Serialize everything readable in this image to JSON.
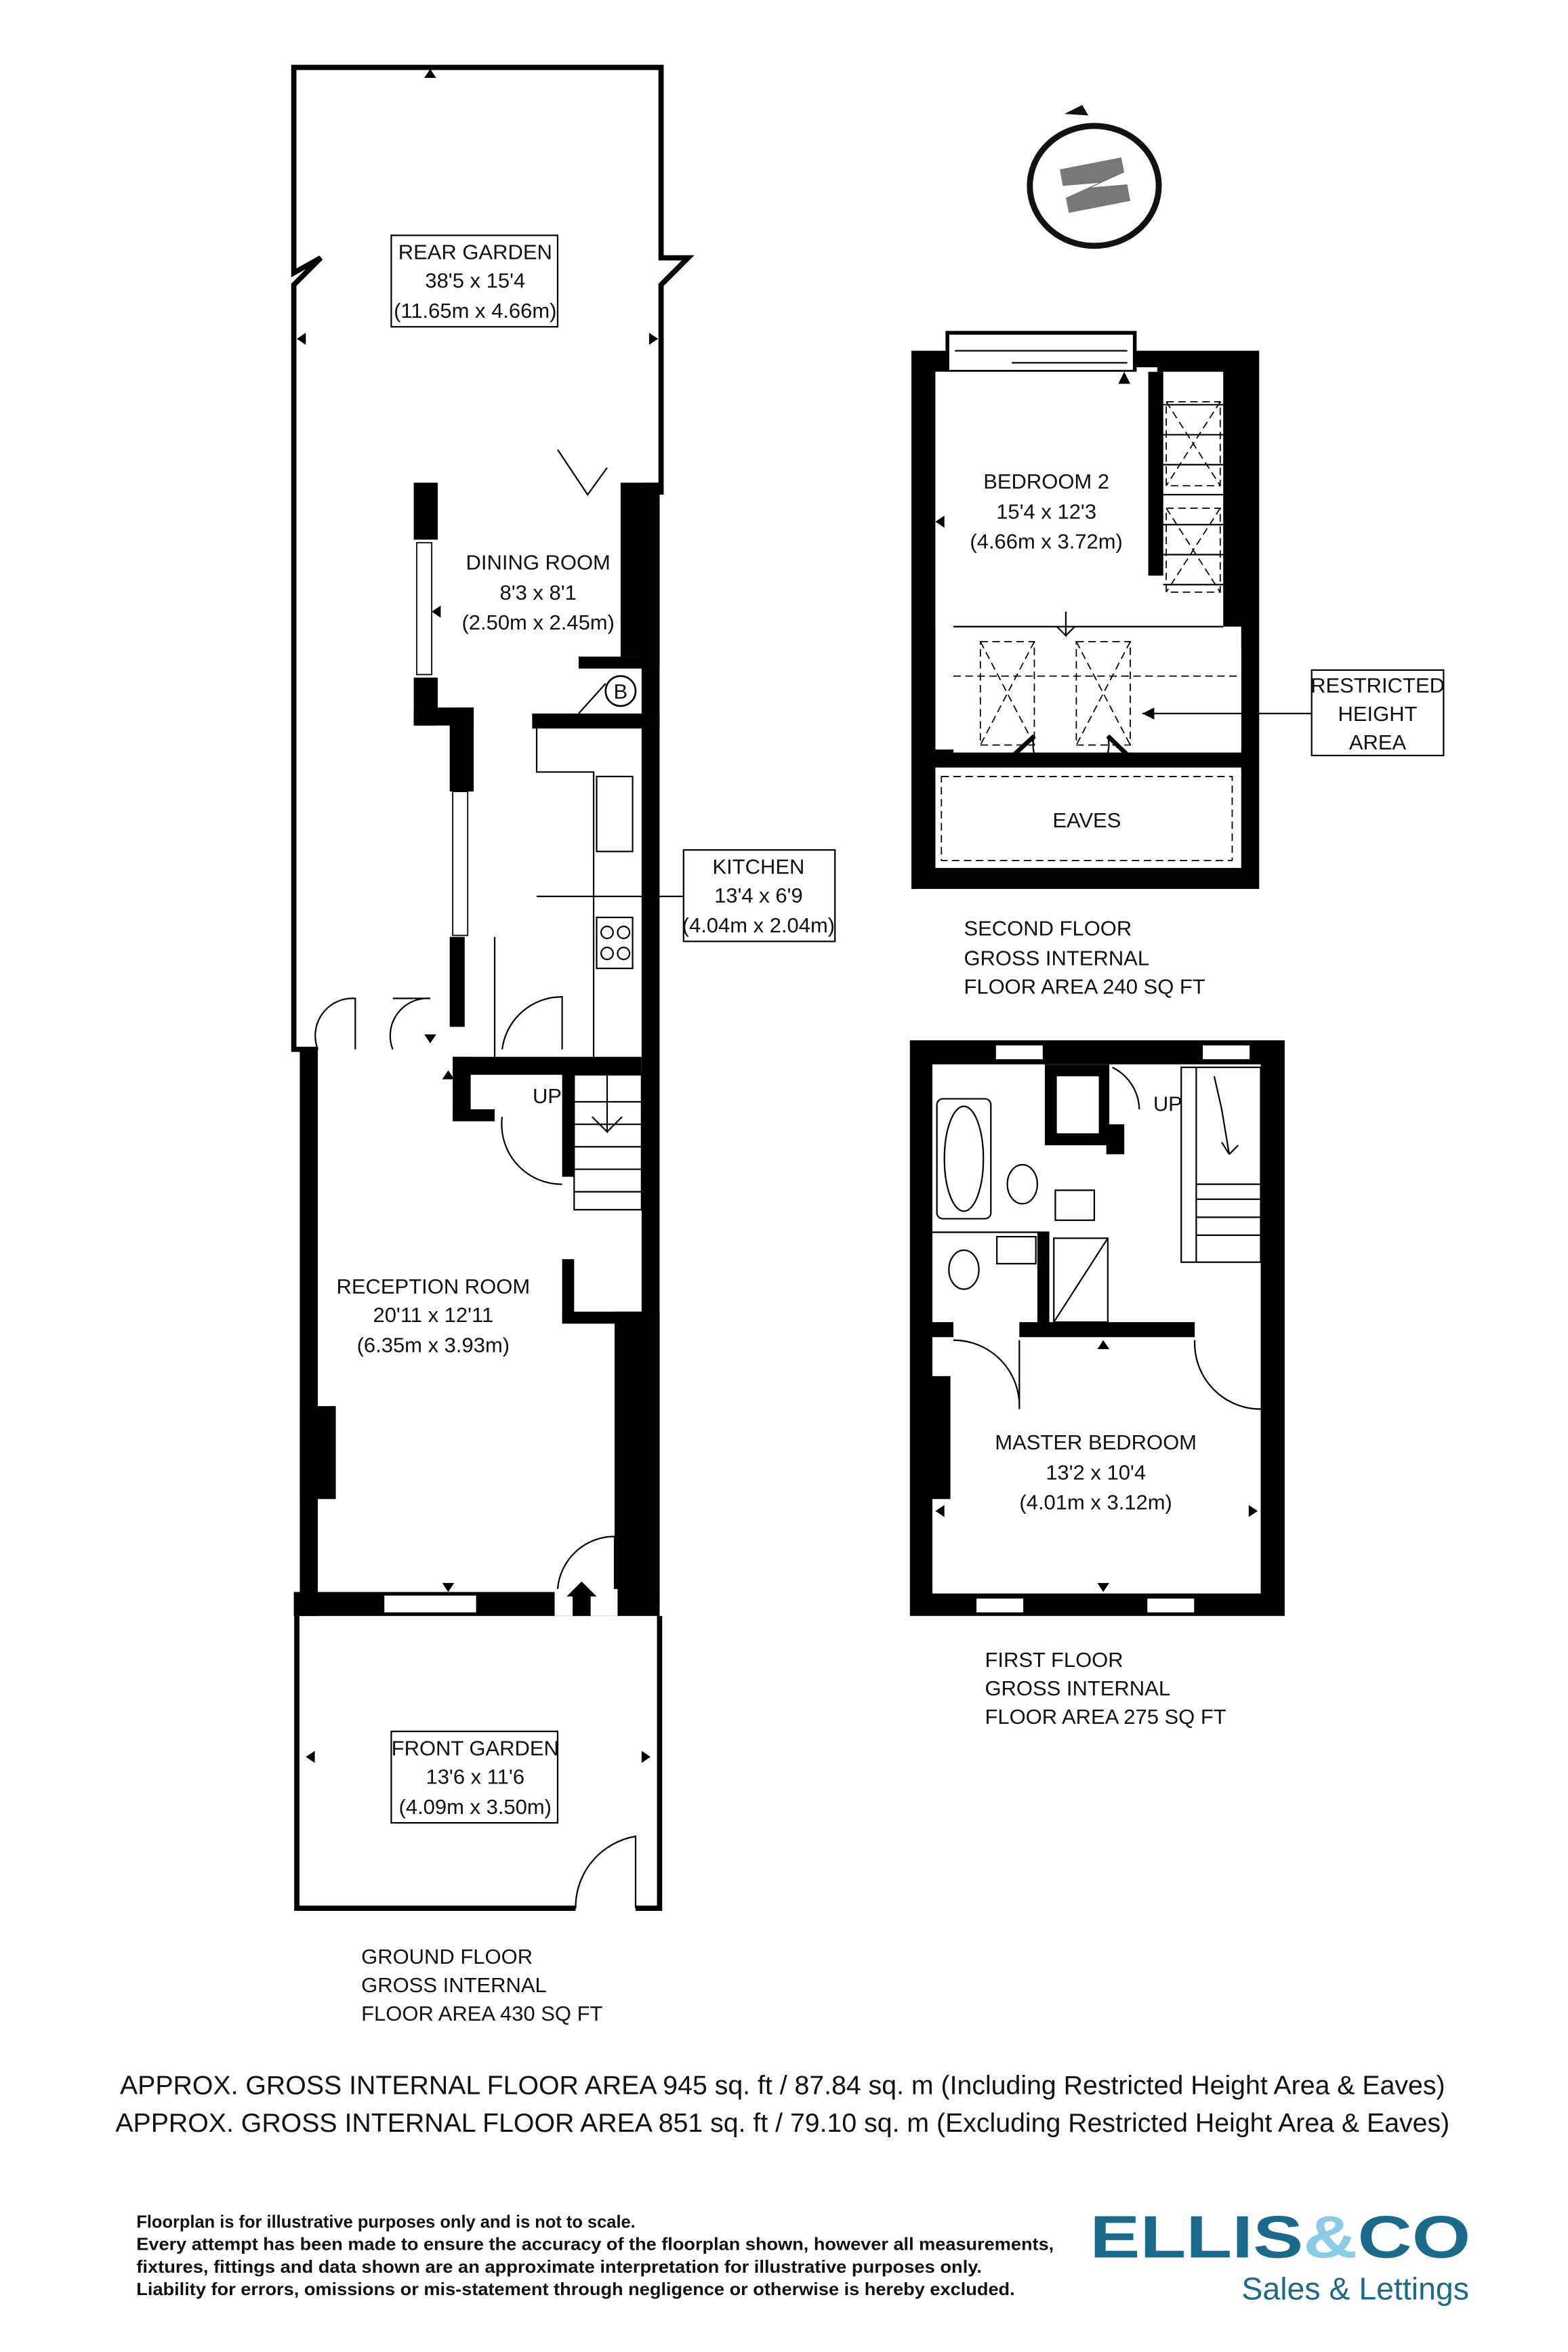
{
  "compass": {
    "letter": "N"
  },
  "ground_floor": {
    "rooms": [
      {
        "name": "REAR GARDEN",
        "size_imperial": "38'5 x 15'4",
        "size_metric": "(11.65m x 4.66m)"
      },
      {
        "name": "DINING ROOM",
        "size_imperial": "8'3 x 8'1",
        "size_metric": "(2.50m x 2.45m)"
      },
      {
        "name": "KITCHEN",
        "size_imperial": "13'4 x 6'9",
        "size_metric": "(4.04m x 2.04m)"
      },
      {
        "name": "RECEPTION ROOM",
        "size_imperial": "20'11 x 12'11",
        "size_metric": "(6.35m x 3.93m)"
      },
      {
        "name": "FRONT GARDEN",
        "size_imperial": "13'6 x 11'6",
        "size_metric": "(4.09m x 3.50m)"
      }
    ],
    "boiler_label": "B",
    "stair_label": "UP",
    "caption": [
      "GROUND FLOOR",
      "GROSS INTERNAL",
      "FLOOR AREA 430 SQ FT"
    ]
  },
  "second_floor": {
    "rooms": [
      {
        "name": "BEDROOM 2",
        "size_imperial": "15'4 x 12'3",
        "size_metric": "(4.66m x 3.72m)"
      },
      {
        "name": "EAVES"
      }
    ],
    "restricted_label": [
      "RESTRICTED",
      "HEIGHT",
      "AREA"
    ],
    "caption": [
      "SECOND FLOOR",
      "GROSS INTERNAL",
      "FLOOR AREA 240 SQ FT"
    ]
  },
  "first_floor": {
    "rooms": [
      {
        "name": "MASTER BEDROOM",
        "size_imperial": "13'2 x 10'4",
        "size_metric": "(4.01m x 3.12m)"
      }
    ],
    "stair_label": "UP",
    "caption": [
      "FIRST FLOOR",
      "GROSS INTERNAL",
      "FLOOR AREA 275 SQ FT"
    ]
  },
  "totals": [
    "APPROX. GROSS INTERNAL FLOOR AREA 945 sq. ft / 87.84 sq. m (Including Restricted Height Area & Eaves)",
    "APPROX. GROSS INTERNAL FLOOR AREA 851 sq. ft / 79.10 sq. m (Excluding Restricted Height Area & Eaves)"
  ],
  "disclaimer": [
    "Floorplan is for illustrative purposes only and is not to scale.",
    "Every attempt has been made to ensure the accuracy of the floorplan shown, however all measurements,",
    "fixtures, fittings and data shown are an approximate interpretation for illustrative purposes only.",
    "Liability for errors, omissions or mis-statement through negligence or otherwise is hereby excluded."
  ],
  "logo": {
    "brand_a": "ELLIS",
    "amp": "&",
    "brand_b": "CO",
    "tagline": "Sales & Lettings",
    "color_dark": "#1b6a8c",
    "color_light": "#8ccbe6"
  }
}
